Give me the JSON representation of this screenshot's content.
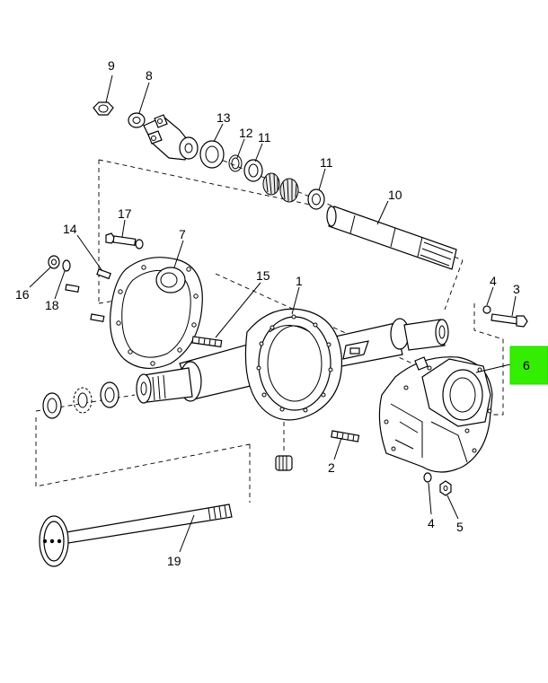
{
  "highlight_color": "#33ee00",
  "callouts": {
    "c1": "1",
    "c2": "2",
    "c3": "3",
    "c4a": "4",
    "c4b": "4",
    "c5": "5",
    "c6": "6",
    "c7": "7",
    "c8": "8",
    "c9": "9",
    "c10": "10",
    "c11a": "11",
    "c11b": "11",
    "c12": "12",
    "c13": "13",
    "c14": "14",
    "c15": "15",
    "c16": "16",
    "c17": "17",
    "c18": "18",
    "c19": "19"
  }
}
